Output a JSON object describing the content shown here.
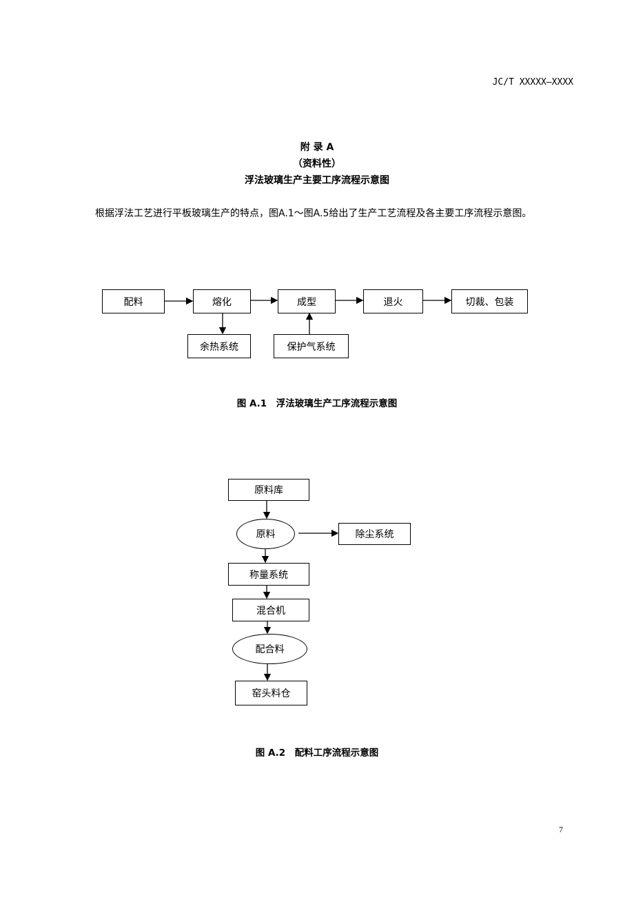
{
  "header": {
    "doc_code": "JC/T XXXXX—XXXX"
  },
  "appendix": {
    "title": "附 录 A",
    "nature": "（资料性）",
    "subtitle": "浮法玻璃生产主要工序流程示意图"
  },
  "intro": "根据浮法工艺进行平板玻璃生产的特点，图A.1～图A.5给出了生产工艺流程及各主要工序流程示意图。",
  "figure1": {
    "nodes": [
      "配料",
      "熔化",
      "成型",
      "退火",
      "切裁、包装",
      "余热系统",
      "保护气系统"
    ],
    "caption": "图 A.1　浮法玻璃生产工序流程示意图"
  },
  "figure2": {
    "nodes": [
      "原料库",
      "原料",
      "除尘系统",
      "称量系统",
      "混合机",
      "配合料",
      "窑头料仓"
    ],
    "caption": "图 A.2　配料工序流程示意图"
  },
  "page_number": "7"
}
